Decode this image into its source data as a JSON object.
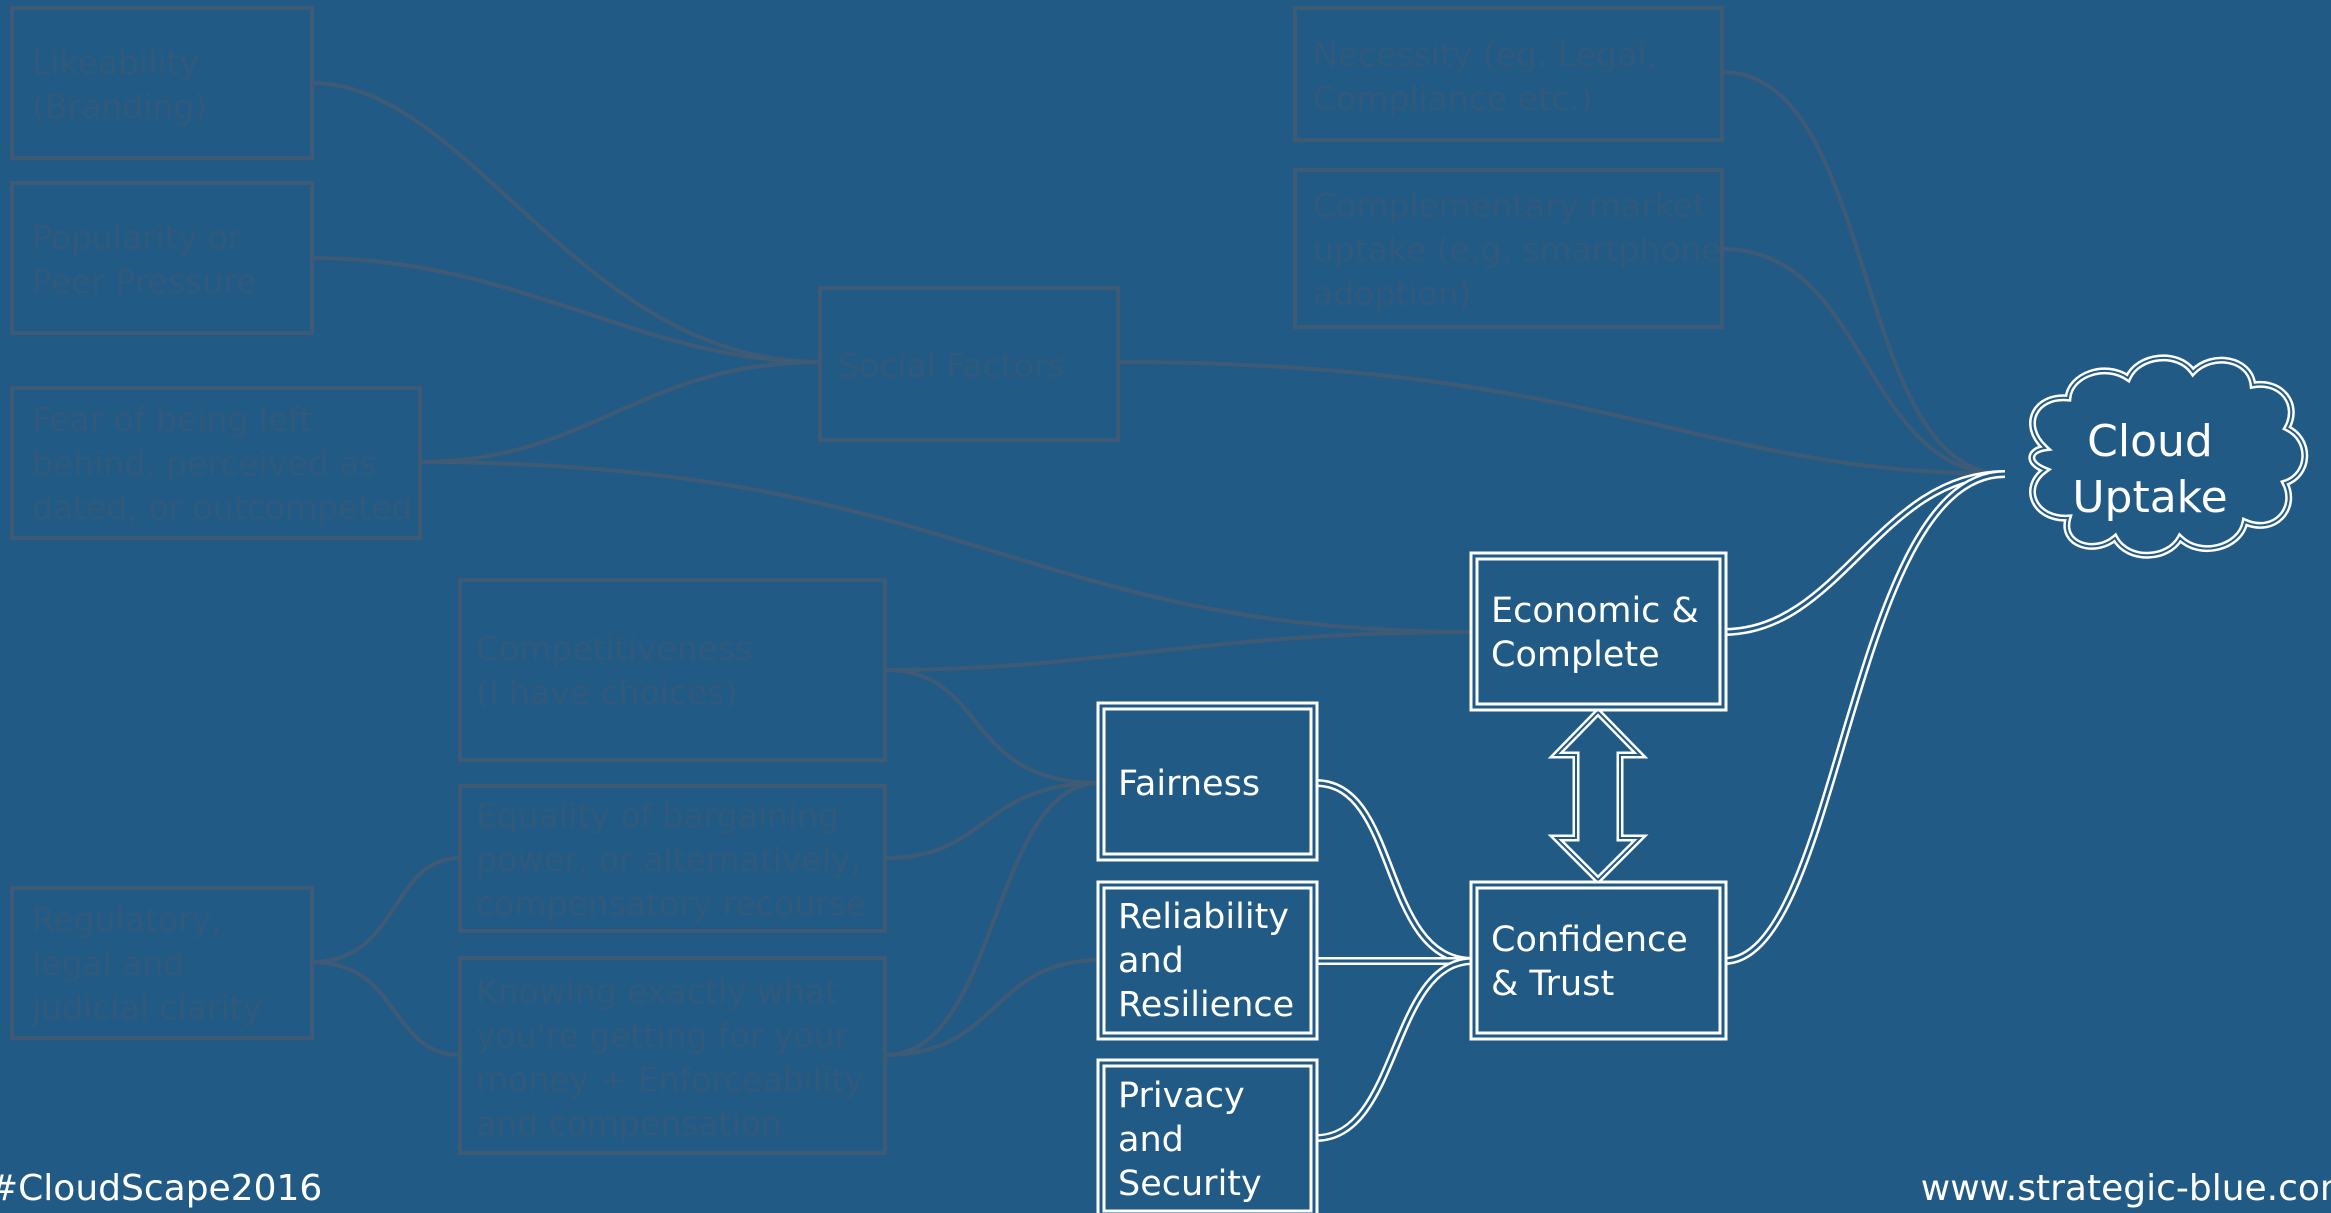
{
  "faded_nodes": {
    "likeability": [
      "Likeability",
      "(Branding)"
    ],
    "popularity": [
      "Popularity or",
      "Peer Pressure"
    ],
    "fear": [
      "Fear of being left",
      "behind, perceived as",
      "dated, or outcompeted"
    ],
    "social": [
      "Social Factors"
    ],
    "necessity": [
      "Necessity (eg. Legal,",
      "Compliance etc.)"
    ],
    "complementary": [
      "Complementary market",
      "uptake (e.g. smartphone",
      "adoption)"
    ],
    "competitiveness": [
      "Competitiveness",
      "(I have choices)"
    ],
    "equality": [
      "Equality of bargaining",
      "power, or alternatively,",
      "compensatory recourse"
    ],
    "regulatory": [
      "Regulatory,",
      "legal and",
      "judicial clarity"
    ],
    "knowing": [
      "Knowing exactly what",
      "you're getting for your",
      "money + Enforceability",
      "and compensation"
    ]
  },
  "bright_nodes": {
    "economic": [
      "Economic &",
      "Complete"
    ],
    "fairness": [
      "Fairness"
    ],
    "reliability": [
      "Reliability",
      "and",
      "Resilience"
    ],
    "privacy": [
      "Privacy",
      "and",
      "Security"
    ],
    "confidence": [
      "Confidence",
      "& Trust"
    ]
  },
  "cloud": [
    "Cloud",
    "Uptake"
  ],
  "footer": {
    "left": "#CloudScape2016",
    "right": "www.strategic-blue.com"
  }
}
